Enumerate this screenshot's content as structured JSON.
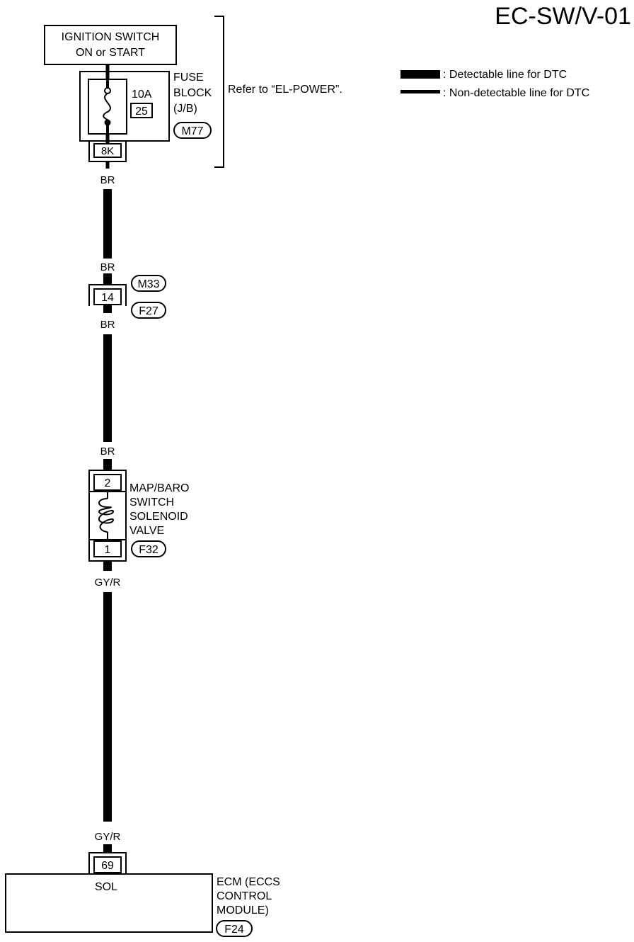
{
  "header": {
    "code": "EC-SW/V-01"
  },
  "legend": {
    "detectable": ": Detectable line for DTC",
    "non_detectable": ": Non-detectable line for DTC"
  },
  "ignition": {
    "line1": "IGNITION SWITCH",
    "line2": "ON or START"
  },
  "fuse_block": {
    "amperage": "10A",
    "fuse_number": "25",
    "label_line1": "FUSE",
    "label_line2": "BLOCK",
    "label_line3": "(J/B)",
    "connector": "M77",
    "terminal": "8K",
    "refer_text": "Refer to “EL-POWER”."
  },
  "wire_colors": {
    "br_1": "BR",
    "br_2": "BR",
    "br_3": "BR",
    "br_4": "BR",
    "gyr_1": "GY/R",
    "gyr_2": "GY/R"
  },
  "joint_connector": {
    "terminal": "14",
    "connector_top": "M33",
    "connector_bottom": "F27"
  },
  "solenoid": {
    "terminal_top": "2",
    "terminal_bottom": "1",
    "label_line1": "MAP/BARO",
    "label_line2": "SWITCH",
    "label_line3": "SOLENOID",
    "label_line4": "VALVE",
    "connector": "F32"
  },
  "ecm": {
    "terminal": "69",
    "pin_label": "SOL",
    "label_line1": "ECM (ECCS",
    "label_line2": "CONTROL",
    "label_line3": "MODULE)",
    "connector": "F24"
  }
}
